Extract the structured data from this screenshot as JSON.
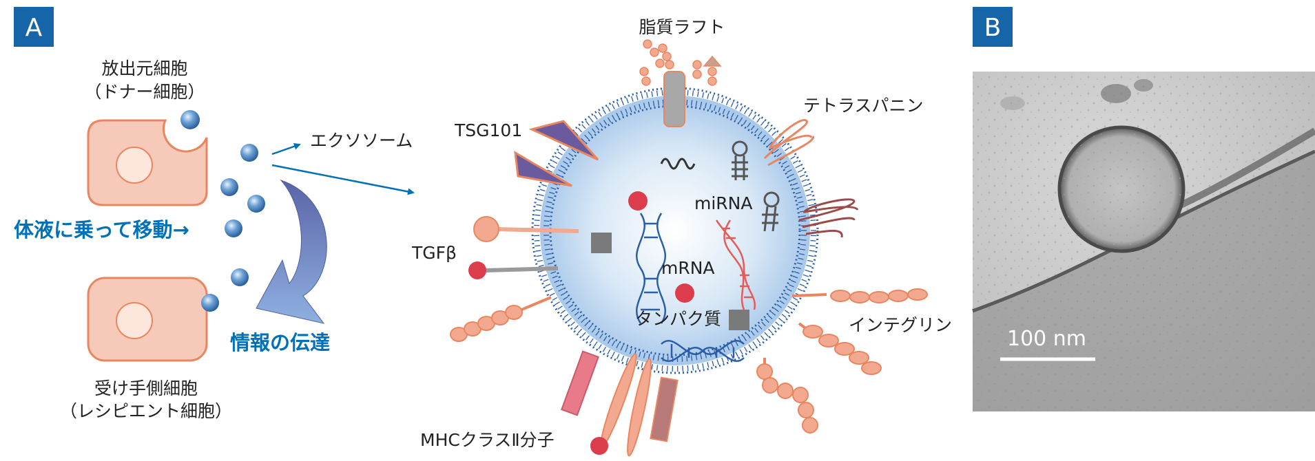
{
  "panel_a": {
    "letter": "A",
    "donor_cell": [
      "放出元細胞",
      "（ドナー細胞）"
    ],
    "recipient_cell": [
      "受け手側細胞",
      "（レシピエント細胞）"
    ],
    "exosome_label": "エクソソーム",
    "transport_label": "体液に乗って移動→",
    "transfer_label": "情報の伝達",
    "molecules": {
      "lipid_raft": "脂質ラフト",
      "tetraspanin": "テトラスパニン",
      "tsg101": "TSG101",
      "mirna": "miRNA",
      "tgf": "TGFβ",
      "mrna": "mRNA",
      "protein": "タンパク質",
      "integrin": "インテグリン",
      "mhc": "MHCクラスⅡ分子"
    }
  },
  "panel_b": {
    "letter": "B",
    "scale_bar": "100 nm"
  },
  "colors": {
    "accent_blue": "#0070b8",
    "panel_badge": "#1565a8",
    "cell_fill": "#f7c9b8",
    "cell_border": "#e8865f",
    "membrane": "#2a5ea8",
    "salmon": "#f2a98f",
    "red": "#dc3c4c",
    "gray": "#888888",
    "purple": "#6a5a9e"
  }
}
